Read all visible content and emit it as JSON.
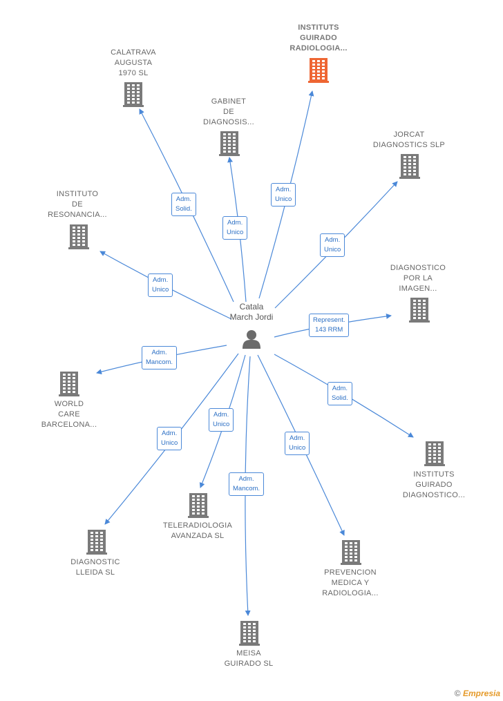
{
  "center": {
    "name": "Catala\nMarch Jordi"
  },
  "companies": [
    {
      "id": "calatrava",
      "name": "CALATRAVA\nAUGUSTA\n1970  SL",
      "highlight": false
    },
    {
      "id": "gabinet",
      "name": "GABINET\nDE\nDIAGNOSIS...",
      "highlight": false
    },
    {
      "id": "instituts-radiologia",
      "name": "INSTITUTS\nGUIRADO\nRADIOLOGIA...",
      "highlight": true
    },
    {
      "id": "jorcat",
      "name": "JORCAT\nDIAGNOSTICS SLP",
      "highlight": false
    },
    {
      "id": "instituto-resonancia",
      "name": "INSTITUTO\nDE\nRESONANCIA...",
      "highlight": false
    },
    {
      "id": "diagnostico-imagen",
      "name": "DIAGNOSTICO\nPOR LA\nIMAGEN...",
      "highlight": false
    },
    {
      "id": "world-care",
      "name": "WORLD\nCARE\nBARCELONA...",
      "highlight": false
    },
    {
      "id": "instituts-diagnostico",
      "name": "INSTITUTS\nGUIRADO\nDIAGNOSTICO...",
      "highlight": false
    },
    {
      "id": "teleradiologia",
      "name": "TELERADIOLOGIA\nAVANZADA SL",
      "highlight": false
    },
    {
      "id": "diagnostic-lleida",
      "name": "DIAGNOSTIC\nLLEIDA  SL",
      "highlight": false
    },
    {
      "id": "prevencion",
      "name": "PREVENCION\nMEDICA Y\nRADIOLOGIA...",
      "highlight": false
    },
    {
      "id": "meisa",
      "name": "MEISA\nGUIRADO  SL",
      "highlight": false
    }
  ],
  "relations": [
    {
      "to": "calatrava",
      "label": "Adm.\nSolid."
    },
    {
      "to": "gabinet",
      "label": "Adm.\nUnico"
    },
    {
      "to": "instituts-radiologia",
      "label": "Adm.\nUnico"
    },
    {
      "to": "jorcat",
      "label": "Adm.\nUnico"
    },
    {
      "to": "instituto-resonancia",
      "label": "Adm.\nUnico"
    },
    {
      "to": "diagnostico-imagen",
      "label": "Represent.\n143 RRM"
    },
    {
      "to": "world-care",
      "label": "Adm.\nMancom."
    },
    {
      "to": "instituts-diagnostico",
      "label": "Adm.\nSolid."
    },
    {
      "to": "teleradiologia",
      "label": "Adm.\nUnico"
    },
    {
      "to": "diagnostic-lleida",
      "label": "Adm.\nUnico"
    },
    {
      "to": "prevencion",
      "label": "Adm.\nUnico"
    },
    {
      "to": "meisa",
      "label": "Adm.\nMancom."
    }
  ],
  "colors": {
    "edge": "#4a88d8",
    "building": "#7a7a7a",
    "building_highlight": "#ee6633",
    "person": "#6b6b6b"
  },
  "footer": {
    "copyright": "©",
    "brand": "Empresia"
  }
}
